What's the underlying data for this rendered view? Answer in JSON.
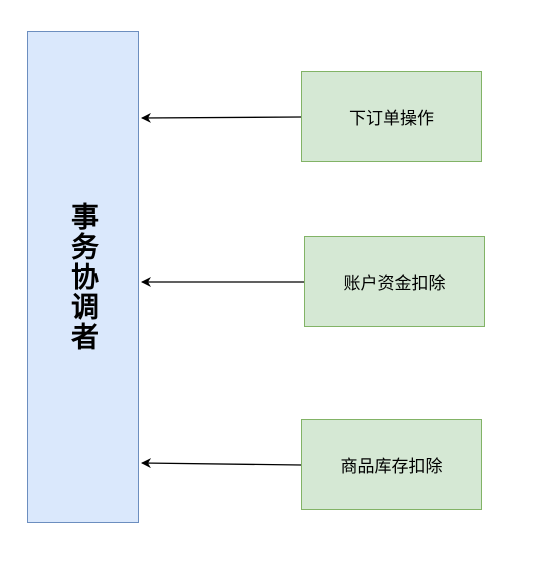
{
  "coordinator": {
    "label": "事务协调者",
    "fill": "#dae8fc",
    "stroke": "#6c8ebf"
  },
  "steps": [
    {
      "label": "下订单操作"
    },
    {
      "label": "账户资金扣除"
    },
    {
      "label": "商品库存扣除"
    }
  ],
  "step_style": {
    "fill": "#d5e8d4",
    "stroke": "#82b366"
  },
  "edges": [
    {
      "from": "下订单操作",
      "to": "事务协调者"
    },
    {
      "from": "账户资金扣除",
      "to": "事务协调者"
    },
    {
      "from": "商品库存扣除",
      "to": "事务协调者"
    }
  ]
}
